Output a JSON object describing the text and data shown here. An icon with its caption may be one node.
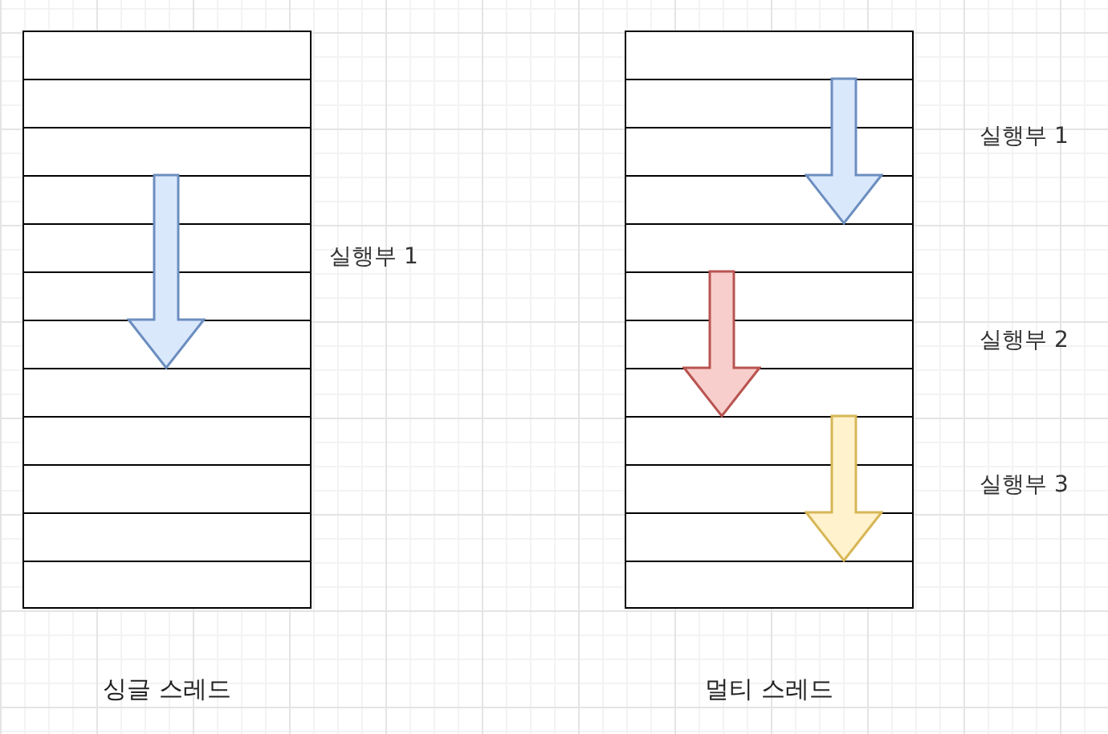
{
  "diagram": {
    "nodes": [
      {
        "text": [
          "싱글 스레드"
        ],
        "beside": [
          "실행부 1"
        ]
      },
      {
        "text": [
          "멀티 스레드"
        ],
        "beside": [
          "실행부 1",
          "실행부 2",
          "실행부 3"
        ]
      }
    ]
  }
}
